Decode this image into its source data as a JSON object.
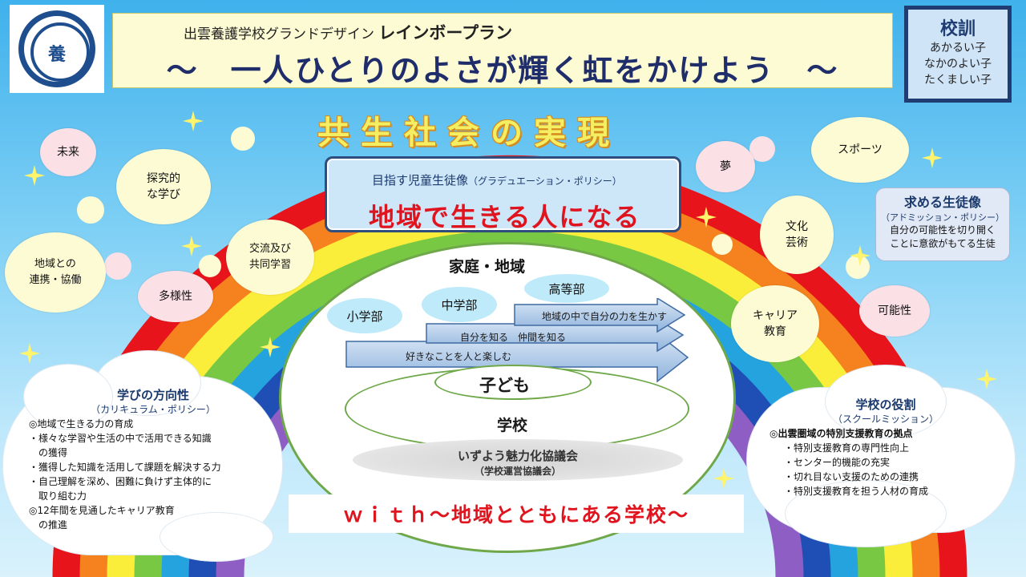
{
  "logo": {
    "char": "養"
  },
  "title": {
    "subtitle": "出雲養護学校グランドデザイン",
    "subtitle_bold": "レインボープラン",
    "main": "～　一人ひとりのよさが輝く虹をかけよう　～"
  },
  "motto": {
    "heading": "校訓",
    "lines": [
      "あかるい子",
      "なかのよい子",
      "たくましい子"
    ]
  },
  "heading": "共生社会の実現",
  "graduation": {
    "label": "目指す児童生徒像",
    "label_sub": "（グラデュエーション・ポリシー）",
    "main": "地域で生きる人になる"
  },
  "center": {
    "home_community": "家庭・地域",
    "departments": [
      "小学部",
      "中学部",
      "高等部"
    ],
    "arrows": [
      "地域の中で自分の力を生かす",
      "自分を知る　仲間を知る",
      "好きなことを人と楽しむ"
    ],
    "child": "子ども",
    "school": "学校",
    "council": "いずよう魅力化協議会",
    "council_sub": "（学校運営協議会）",
    "with": "ｗｉｔｈ～地域とともにある学校～"
  },
  "bubbles_left": {
    "mirai": "未来",
    "tankyu": "探究的\nな学び",
    "renkei": "地域との\n連携・協働",
    "koryu": "交流及び\n共同学習",
    "tayo": "多様性"
  },
  "bubbles_right": {
    "yume": "夢",
    "sports": "スポーツ",
    "bunka": "文化\n芸術",
    "career": "キャリア\n教育",
    "kanosei": "可能性"
  },
  "admission": {
    "heading": "求める生徒像",
    "sub": "（アドミッション・ポリシー）",
    "body": [
      "自分の可能性を切り開く",
      "ことに意欲がもてる生徒"
    ]
  },
  "curriculum": {
    "heading": "学びの方向性",
    "sub": "（カリキュラム・ポリシー）",
    "lines": [
      "◎地域で生きる力の育成",
      "・様々な学習や生活の中で活用できる知識",
      "　の獲得",
      "・獲得した知識を活用して課題を解決する力",
      "・自己理解を深め、困難に負けず主体的に",
      "　取り組む力",
      "◎12年間を見通したキャリア教育",
      "　の推進"
    ]
  },
  "mission": {
    "heading": "学校の役割",
    "sub": "（スクールミッション）",
    "lines": [
      "◎出雲圏域の特別支援教育の拠点",
      "・特別支援教育の専門性向上",
      "・センター的機能の充実",
      "・切れ目ない支援のための連携",
      "・特別支援教育を担う人材の育成"
    ]
  },
  "colors": {
    "rainbow": [
      "#e8141b",
      "#f5821f",
      "#fbee3b",
      "#79c843",
      "#24a3df",
      "#1f4eb4",
      "#8e5ec4"
    ],
    "accent_red": "#e0141e",
    "navy": "#1f3d73"
  }
}
